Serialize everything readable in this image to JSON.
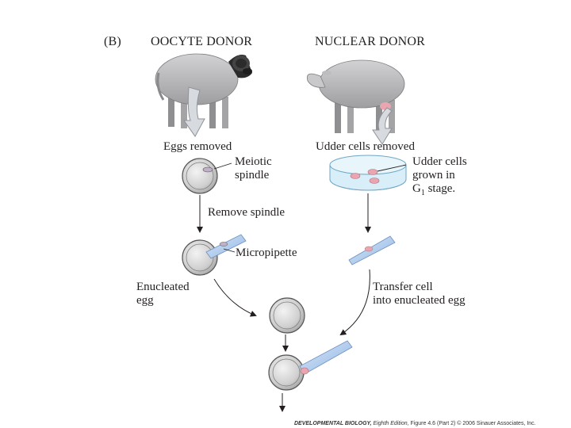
{
  "panel_label": "(B)",
  "headers": {
    "oocyte_donor": "OOCYTE DONOR",
    "nuclear_donor": "NUCLEAR DONOR"
  },
  "steps": {
    "eggs_removed": "Eggs removed",
    "meiotic_spindle": [
      "Meiotic",
      "spindle"
    ],
    "udder_cells_removed": "Udder cells removed",
    "udder_cells_grown": [
      "Udder cells",
      "grown in"
    ],
    "g1_letter": "G",
    "g1_sub": "1",
    "g1_rest": " stage.",
    "remove_spindle": "Remove spindle",
    "micropipette": "Micropipette",
    "enucleated_egg": [
      "Enucleated",
      "egg"
    ],
    "transfer_cell": [
      "Transfer cell",
      "into enucleated egg"
    ]
  },
  "credit": {
    "book": "DEVELOPMENTAL BIOLOGY,",
    "edition": " Eighth Edition,",
    "figure": " Figure 4.6 (Part 2)",
    "copyright": "  © 2006 Sinauer Associates, Inc."
  },
  "colors": {
    "sheep_body": "#b9b9bb",
    "sheep_dark": "#2b2b2b",
    "arrow_fill": "#d7dbe0",
    "egg_fill": "#d3d3d3",
    "dish_liquid": "#bfe3f4",
    "cell_pink": "#e9a6b0",
    "pipette_blue": "#a8c8ec"
  }
}
